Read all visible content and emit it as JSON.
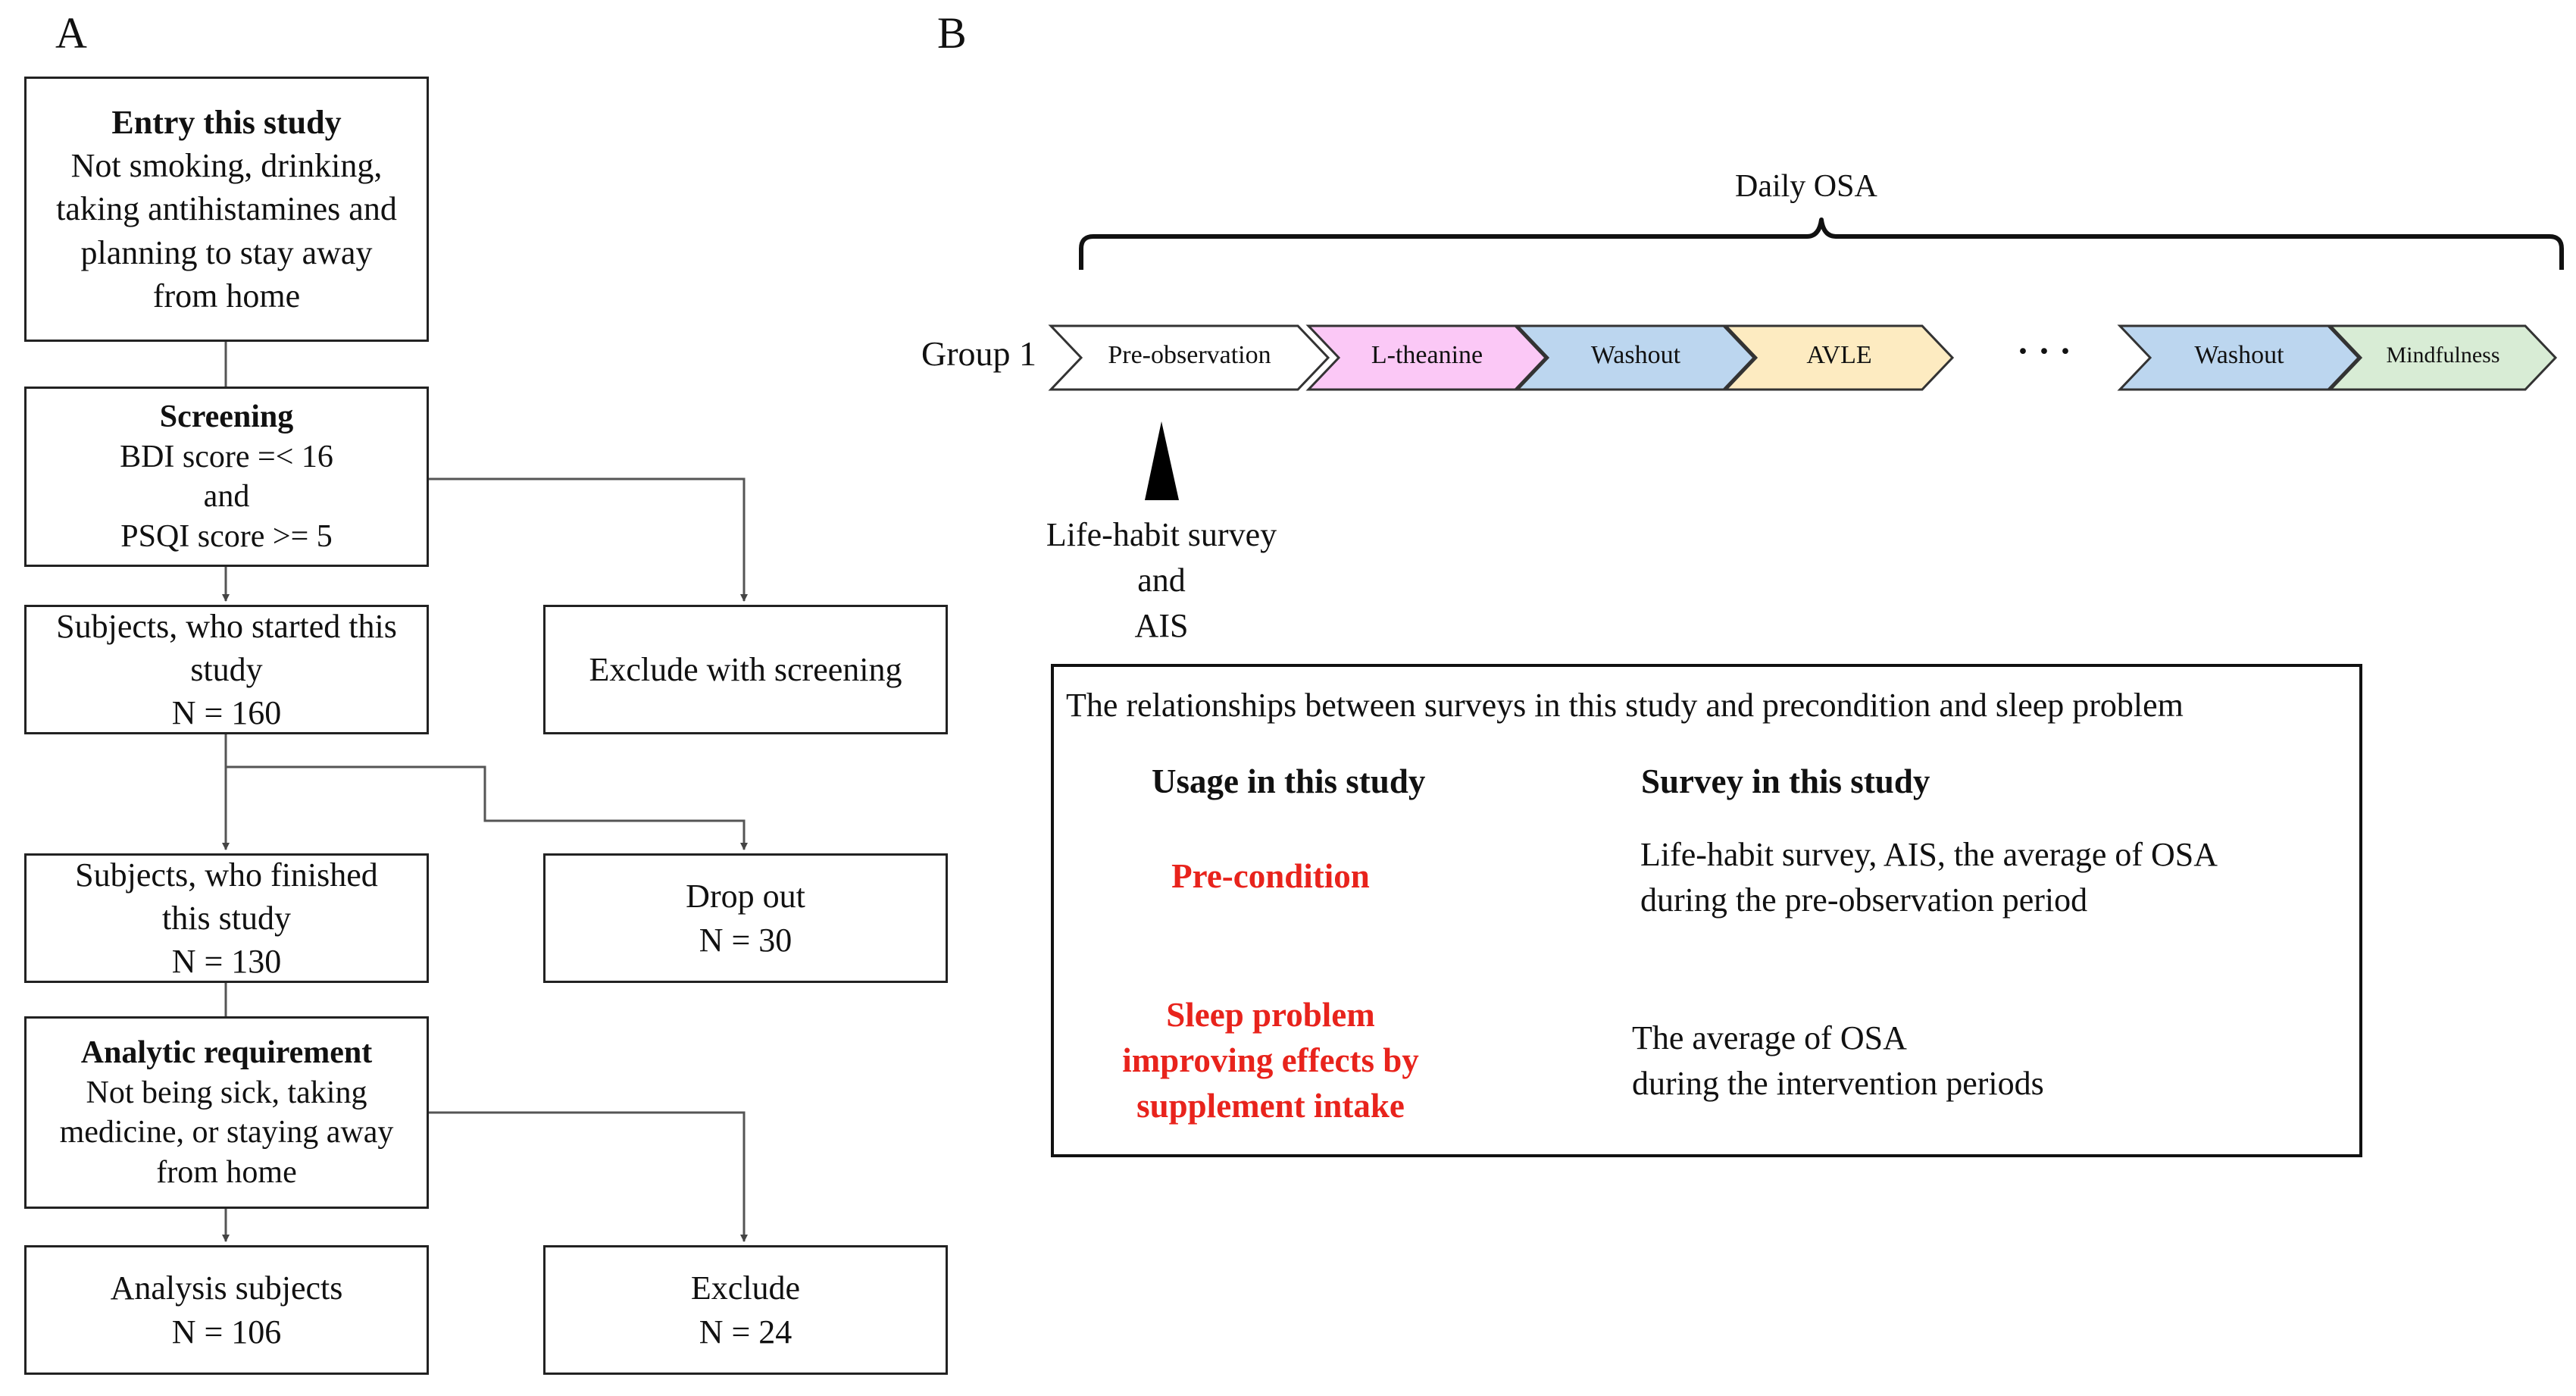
{
  "panel_a": {
    "label": "A",
    "entry": {
      "title": "Entry this study",
      "lines": [
        "Not smoking, drinking,",
        "taking antihistamines and",
        "planning to stay away",
        "from home"
      ]
    },
    "screening": {
      "title": "Screening",
      "lines": [
        "BDI score =< 16",
        "and",
        "PSQI score >= 5"
      ]
    },
    "started": {
      "lines": [
        "Subjects, who started this",
        "study",
        "N = 160"
      ]
    },
    "exclude_screening": {
      "label": "Exclude with screening"
    },
    "finished": {
      "lines": [
        "Subjects, who finished",
        "this study",
        "N = 130"
      ]
    },
    "dropout": {
      "lines": [
        "Drop out",
        "N = 30"
      ]
    },
    "analytic": {
      "title": "Analytic requirement",
      "lines": [
        "Not being sick, taking",
        "medicine, or staying away",
        "from home"
      ]
    },
    "analysis": {
      "lines": [
        "Analysis subjects",
        "N = 106"
      ]
    },
    "exclude": {
      "lines": [
        "Exclude",
        "N = 24"
      ]
    }
  },
  "panel_b": {
    "label": "B",
    "daily_osa": "Daily OSA",
    "group_label": "Group 1",
    "ellipsis": "·  ·  ·",
    "phases": [
      {
        "label": "Pre-observation",
        "color": "#ffffff"
      },
      {
        "label": "L-theanine",
        "color": "#fbc8f6"
      },
      {
        "label": "Washout",
        "color": "#bcd6ef"
      },
      {
        "label": "AVLE",
        "color": "#fdebc1"
      },
      {
        "label": "Washout",
        "color": "#bcd6ef"
      },
      {
        "label": "Mindfulness",
        "color": "#d8ecd5"
      }
    ],
    "survey_lines": [
      "Life-habit survey",
      "and",
      "AIS"
    ],
    "relationships": {
      "title": "The relationships between surveys in this study and precondition and sleep problem",
      "col_usage": "Usage in this study",
      "col_survey": "Survey in this study",
      "row1": {
        "usage": [
          "Pre-condition"
        ],
        "survey": [
          "Life-habit survey, AIS, the average of OSA",
          "during the pre-observation period"
        ]
      },
      "row2": {
        "usage": [
          "Sleep problem",
          "improving effects by",
          "supplement intake"
        ],
        "survey": [
          "The average of OSA",
          "during the intervention periods"
        ]
      }
    },
    "colors": {
      "arrow_blue": "#1f6fc5",
      "highlight_red": "#e8231c"
    }
  }
}
